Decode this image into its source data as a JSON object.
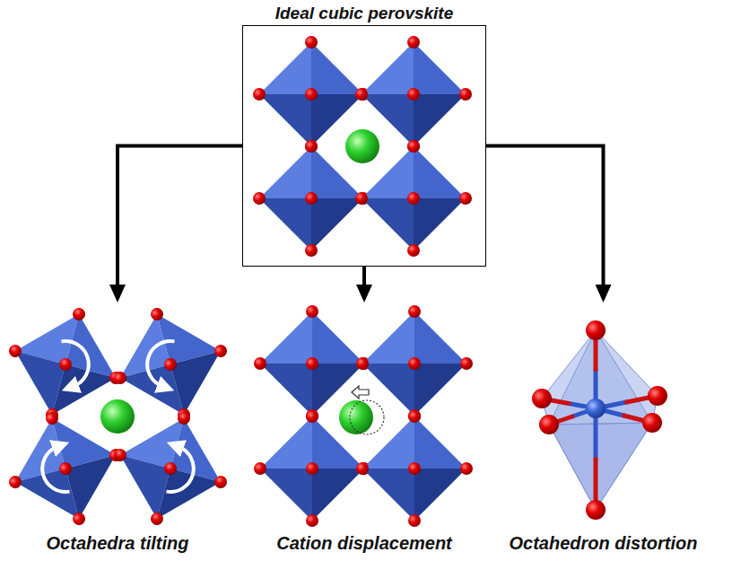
{
  "diagram": {
    "nodes": [
      {
        "text": [
          "Ideal cubic perovskite"
        ]
      },
      {
        "text": [
          "Octahedra tilting"
        ]
      },
      {
        "text": [
          "Cation displacement"
        ]
      },
      {
        "text": [
          "Octahedron distortion"
        ]
      }
    ],
    "edges": [
      {
        "from": 0,
        "to": 1,
        "arrow": "to"
      },
      {
        "from": 0,
        "to": 2,
        "arrow": "to"
      },
      {
        "from": 0,
        "to": 3,
        "arrow": "to"
      }
    ]
  }
}
